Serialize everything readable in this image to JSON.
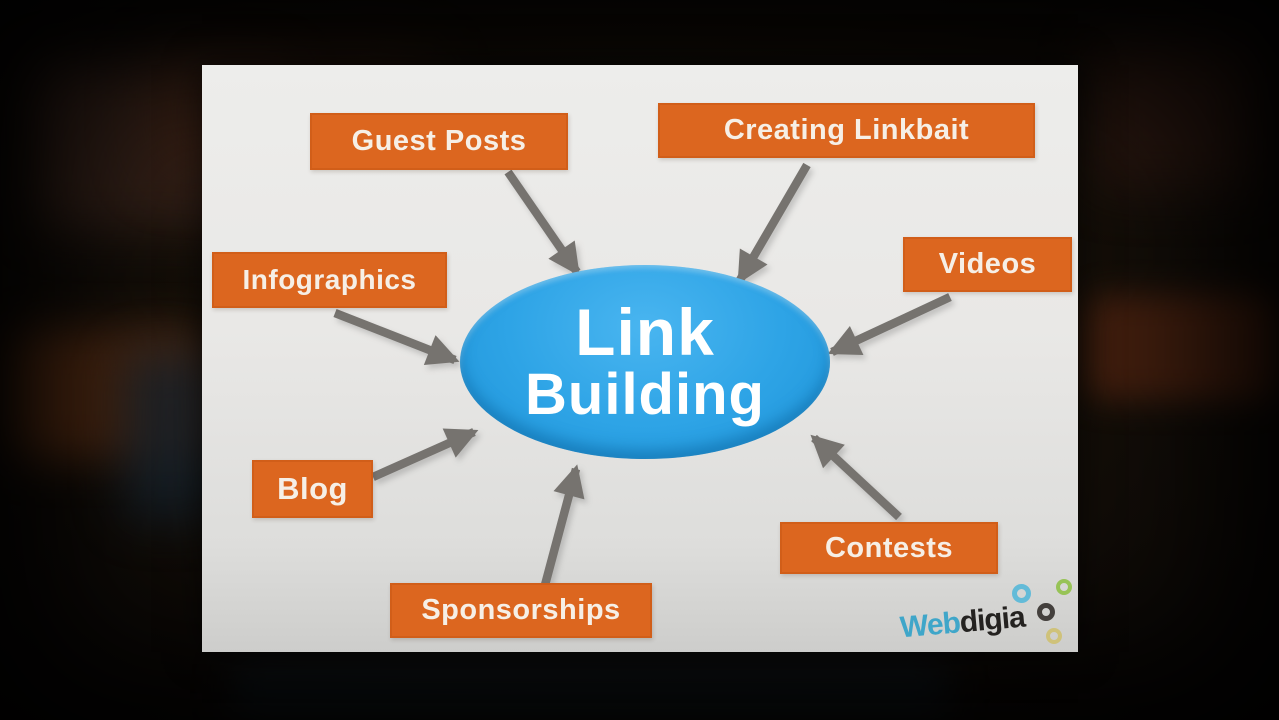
{
  "slide": {
    "center": {
      "line1": "Link",
      "line2": "Building"
    },
    "topics": [
      {
        "id": "guest-posts",
        "label": "Guest Posts"
      },
      {
        "id": "creating-linkbait",
        "label": "Creating Linkbait"
      },
      {
        "id": "videos",
        "label": "Videos"
      },
      {
        "id": "infographics",
        "label": "Infographics"
      },
      {
        "id": "blog",
        "label": "Blog"
      },
      {
        "id": "contests",
        "label": "Contests"
      },
      {
        "id": "sponsorships",
        "label": "Sponsorships"
      }
    ],
    "logo": {
      "part1": "Web",
      "part2": "digia"
    }
  },
  "colors": {
    "node_orange": "#DC661F",
    "center_blue": "#2BA0E4",
    "arrow_gray": "#76736F",
    "card_background": "#E9E8E6",
    "label_text": "#F6EFE6",
    "center_text": "#FFFFFF",
    "logo_blue": "#3FA6C9",
    "logo_dark": "#242220",
    "ring_colors": [
      "#63BBD8",
      "#97C356",
      "#44403D",
      "#CFC27A"
    ]
  }
}
